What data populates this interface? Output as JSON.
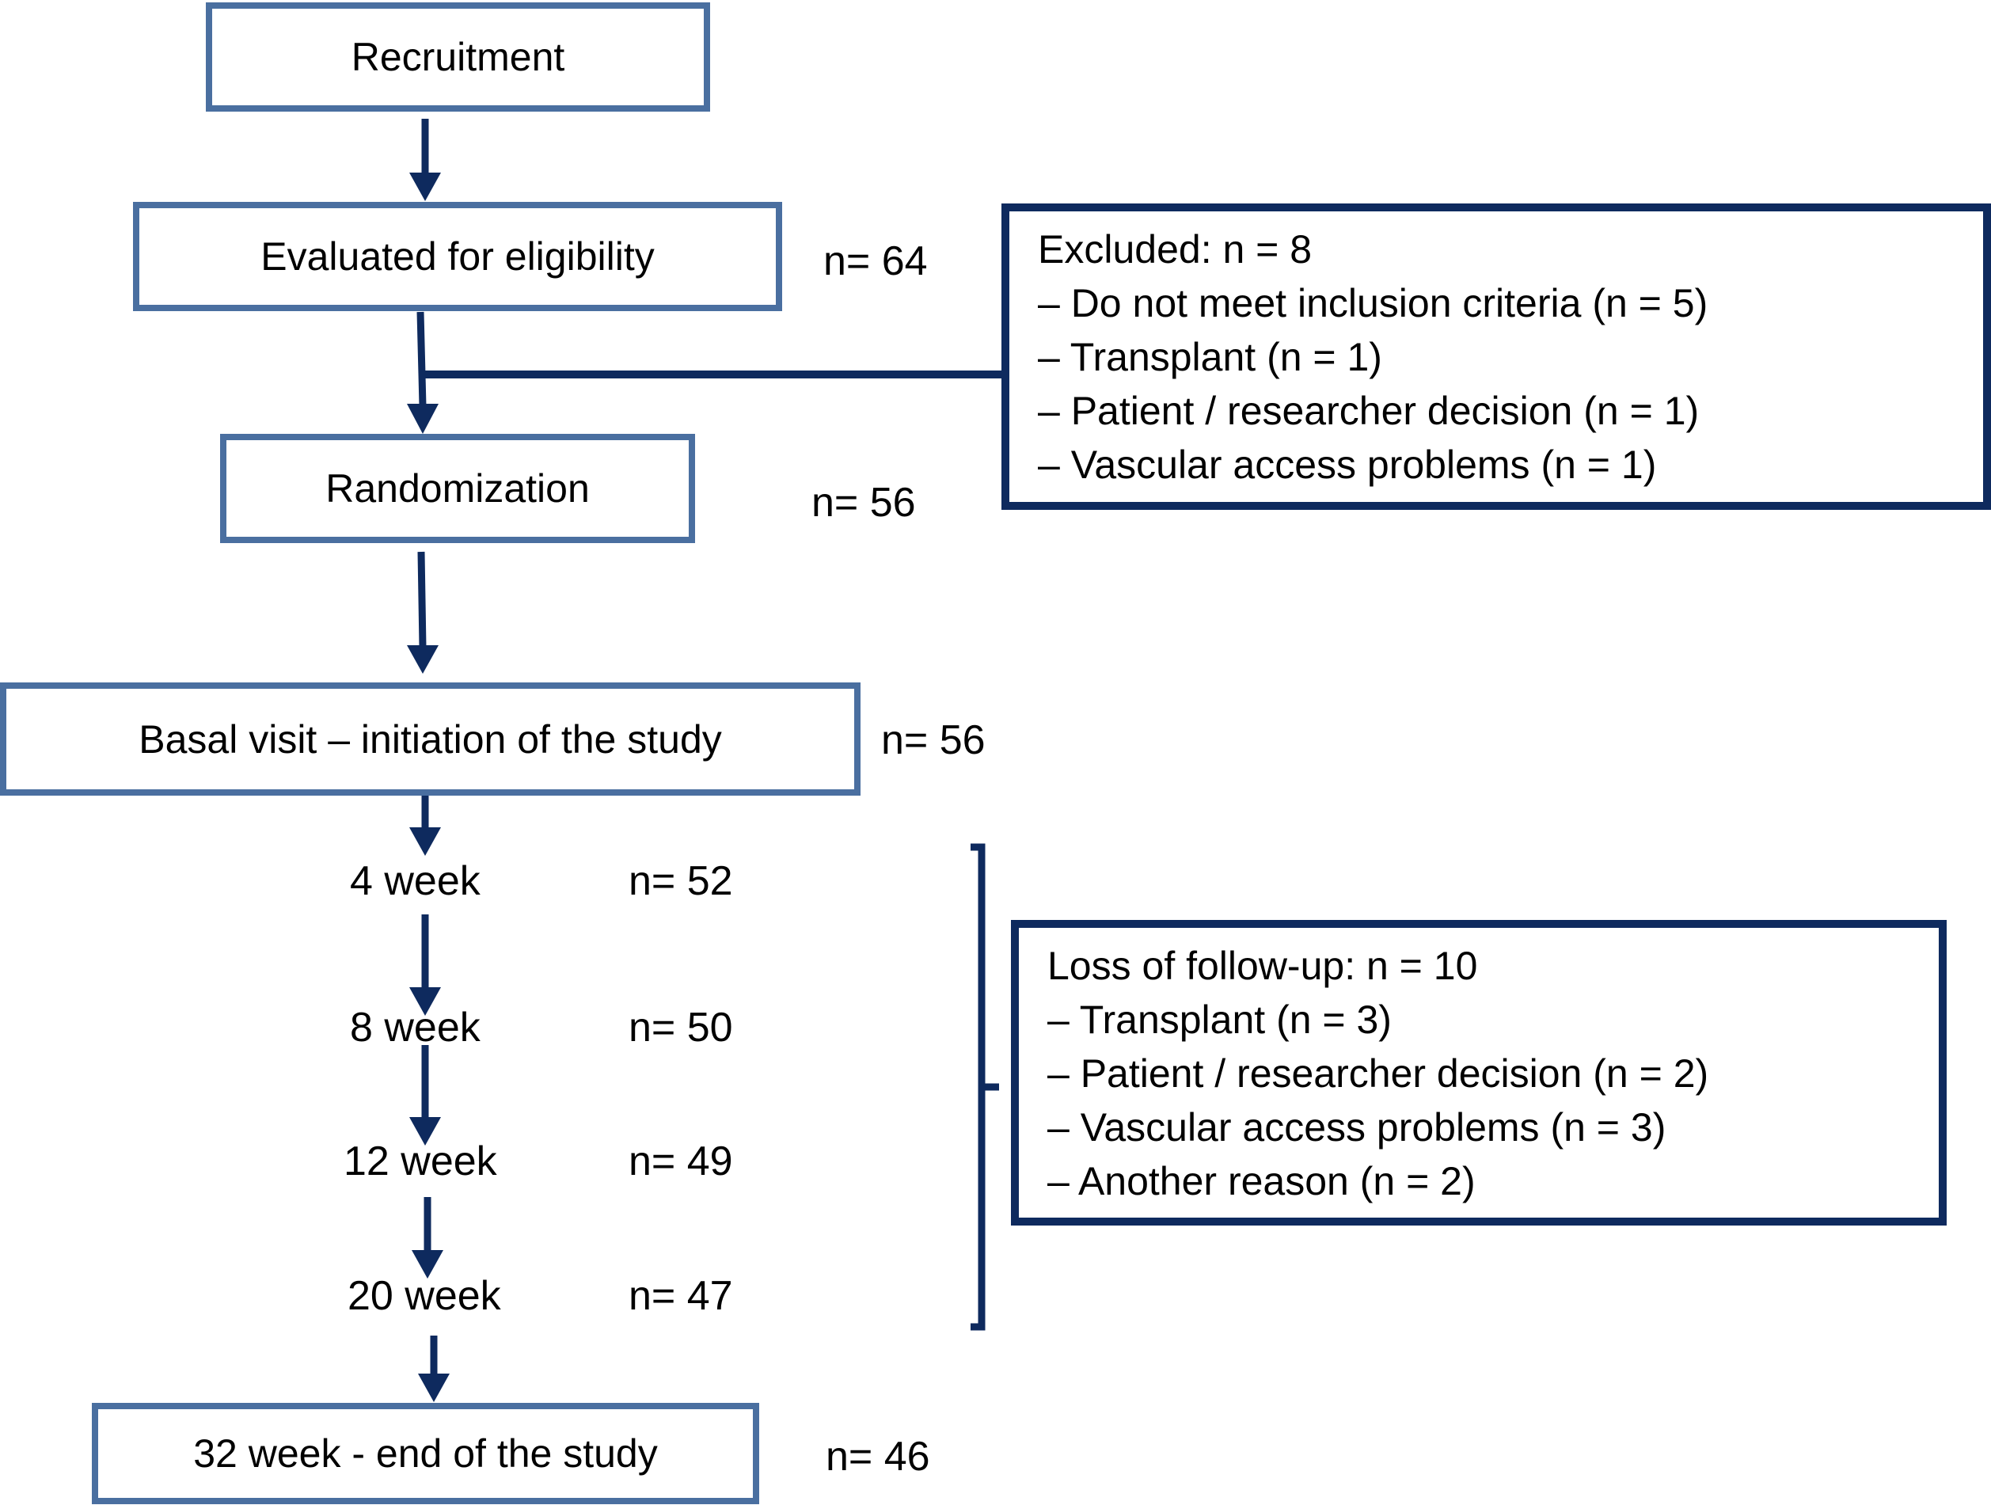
{
  "stages": {
    "recruitment": "Recruitment",
    "eligibility": "Evaluated for eligibility",
    "randomization": "Randomization",
    "basal": "Basal visit – initiation of the study",
    "end": "32 week - end of the study"
  },
  "counts": {
    "eligibility": "n= 64",
    "randomization": "n= 56",
    "basal": "n= 56",
    "end": "n= 46"
  },
  "followups": [
    {
      "label": "4 week",
      "count": "n= 52"
    },
    {
      "label": "8 week",
      "count": "n= 50"
    },
    {
      "label": "12 week",
      "count": "n= 49"
    },
    {
      "label": "20 week",
      "count": "n= 47"
    }
  ],
  "excluded": {
    "title": "Excluded: n = 8",
    "items": [
      "– Do not meet inclusion criteria (n = 5)",
      "– Transplant (n = 1)",
      "– Patient / researcher decision (n = 1)",
      "– Vascular access problems (n = 1)"
    ]
  },
  "loss": {
    "title": "Loss of follow-up: n = 10",
    "items": [
      "– Transplant (n = 3)",
      "– Patient / researcher decision (n = 2)",
      "– Vascular access problems (n = 3)",
      "– Another reason (n = 2)"
    ]
  },
  "colors": {
    "box_border": "#4a6fa0",
    "arrow": "#0e2a5e"
  }
}
